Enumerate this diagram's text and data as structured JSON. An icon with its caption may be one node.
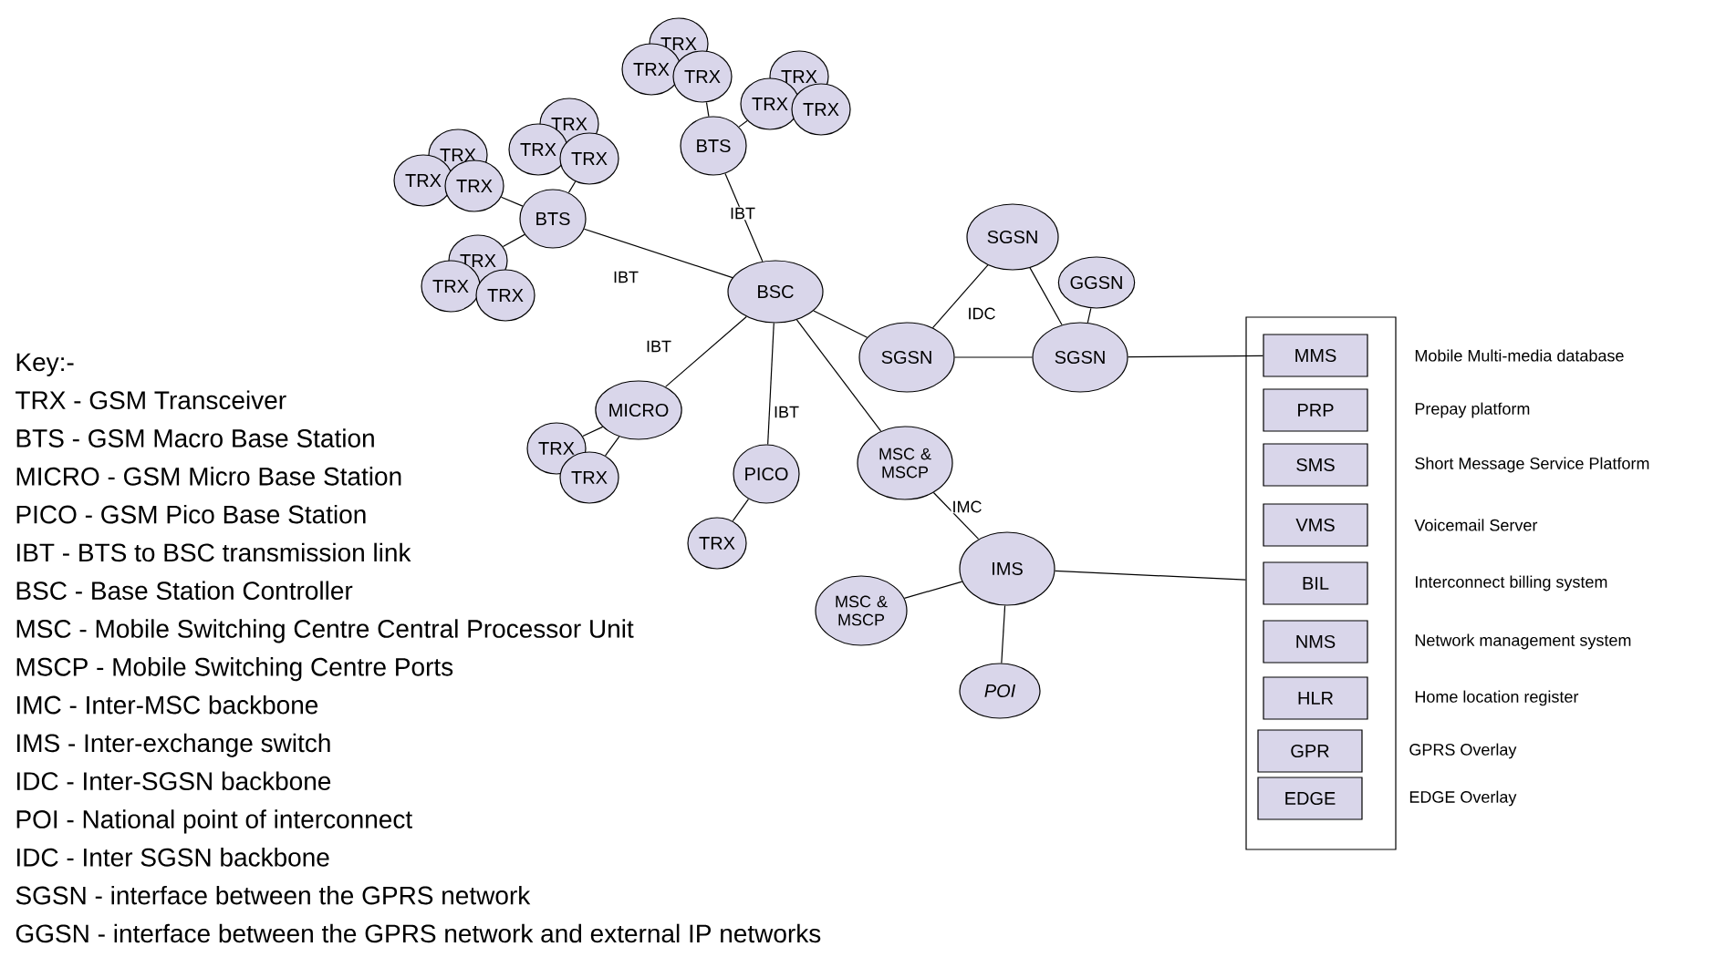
{
  "diagram": {
    "nodes": [
      {
        "text": [
          "BSC"
        ]
      },
      {
        "text": [
          "BTS"
        ]
      },
      {
        "text": [
          "BTS"
        ]
      },
      {
        "text": [
          "TRX"
        ]
      },
      {
        "text": [
          "TRX"
        ]
      },
      {
        "text": [
          "TRX"
        ]
      },
      {
        "text": [
          "TRX"
        ]
      },
      {
        "text": [
          "TRX"
        ]
      },
      {
        "text": [
          "TRX"
        ]
      },
      {
        "text": [
          "TRX"
        ]
      },
      {
        "text": [
          "TRX"
        ]
      },
      {
        "text": [
          "TRX"
        ]
      },
      {
        "text": [
          "TRX"
        ]
      },
      {
        "text": [
          "TRX"
        ]
      },
      {
        "text": [
          "TRX"
        ]
      },
      {
        "text": [
          "TRX"
        ]
      },
      {
        "text": [
          "TRX"
        ]
      },
      {
        "text": [
          "TRX"
        ]
      },
      {
        "text": [
          "MICRO"
        ]
      },
      {
        "text": [
          "TRX"
        ]
      },
      {
        "text": [
          "TRX"
        ]
      },
      {
        "text": [
          "PICO"
        ]
      },
      {
        "text": [
          "TRX"
        ]
      },
      {
        "text": [
          "SGSN"
        ]
      },
      {
        "text": [
          "SGSN"
        ]
      },
      {
        "text": [
          "GGSN"
        ]
      },
      {
        "text": [
          "SGSN"
        ]
      },
      {
        "text": [
          "MSC & MSCP"
        ]
      },
      {
        "text": [
          "IMS"
        ]
      },
      {
        "text": [
          "MSC & MSCP"
        ]
      },
      {
        "text": [
          "POI"
        ]
      },
      {
        "text": [],
        "shape": "box"
      },
      {
        "text": [
          "MMS"
        ],
        "in": 31,
        "beside": [
          "Mobile Multi-media database"
        ]
      },
      {
        "text": [
          "PRP"
        ],
        "in": 31,
        "beside": [
          "Prepay platform"
        ]
      },
      {
        "text": [
          "SMS"
        ],
        "in": 31,
        "beside": [
          "Short Message Service Platform"
        ]
      },
      {
        "text": [
          "VMS"
        ],
        "in": 31,
        "beside": [
          "Voicemail Server"
        ]
      },
      {
        "text": [
          "BIL"
        ],
        "in": 31,
        "beside": [
          "Interconnect billing system"
        ]
      },
      {
        "text": [
          "NMS"
        ],
        "in": 31,
        "beside": [
          "Network management system"
        ]
      },
      {
        "text": [
          "HLR"
        ],
        "in": 31,
        "beside": [
          "Home location register"
        ]
      },
      {
        "text": [
          "GPR"
        ],
        "in": 31,
        "beside": [
          "GPRS Overlay"
        ]
      },
      {
        "text": [
          "EDGE"
        ],
        "in": 31,
        "beside": [
          "EDGE Overlay"
        ]
      }
    ],
    "edges": [
      {
        "from": 0,
        "to": 1,
        "arrow": "none",
        "label": "IBT"
      },
      {
        "from": 0,
        "to": 2,
        "arrow": "none",
        "label": "IBT"
      },
      {
        "from": 0,
        "to": 18,
        "arrow": "none",
        "label": "IBT"
      },
      {
        "from": 0,
        "to": 21,
        "arrow": "none",
        "label": "IBT"
      },
      {
        "from": 0,
        "to": 23,
        "arrow": "none"
      },
      {
        "from": 0,
        "to": 27,
        "arrow": "none"
      },
      {
        "from": 1,
        "to": 5,
        "arrow": "none"
      },
      {
        "from": 1,
        "to": 8,
        "arrow": "none"
      },
      {
        "from": 1,
        "to": 9,
        "arrow": "none"
      },
      {
        "from": 2,
        "to": 14,
        "arrow": "none"
      },
      {
        "from": 2,
        "to": 16,
        "arrow": "none"
      },
      {
        "from": 18,
        "to": 19,
        "arrow": "none"
      },
      {
        "from": 18,
        "to": 20,
        "arrow": "none"
      },
      {
        "from": 21,
        "to": 22,
        "arrow": "none"
      },
      {
        "from": 23,
        "to": 24,
        "arrow": "none",
        "label": "IDC"
      },
      {
        "from": 24,
        "to": 26,
        "arrow": "none"
      },
      {
        "from": 25,
        "to": 26,
        "arrow": "none"
      },
      {
        "from": 23,
        "to": 26,
        "arrow": "none"
      },
      {
        "from": 26,
        "to": 32,
        "arrow": "none"
      },
      {
        "from": 27,
        "to": 28,
        "arrow": "none",
        "label": "IMC"
      },
      {
        "from": 28,
        "to": 29,
        "arrow": "none"
      },
      {
        "from": 28,
        "to": 30,
        "arrow": "none"
      },
      {
        "from": 28,
        "to": 31,
        "arrow": "none"
      }
    ],
    "labels": [
      "Key:-",
      "TRX - GSM Transceiver",
      "BTS - GSM Macro Base Station",
      "MICRO - GSM Micro Base Station",
      "PICO - GSM Pico Base Station",
      "IBT - BTS to BSC transmission link",
      "BSC - Base Station Controller",
      "MSC - Mobile Switching Centre Central Processor Unit",
      "MSCP - Mobile Switching Centre Ports",
      "IMC - Inter-MSC backbone",
      "IMS - Inter-exchange switch",
      "IDC - Inter-SGSN backbone",
      "POI - National point of interconnect",
      "IDC - Inter SGSN backbone",
      "SGSN - interface between the GPRS network",
      "GGSN - interface between the GPRS network and external IP networks"
    ]
  }
}
